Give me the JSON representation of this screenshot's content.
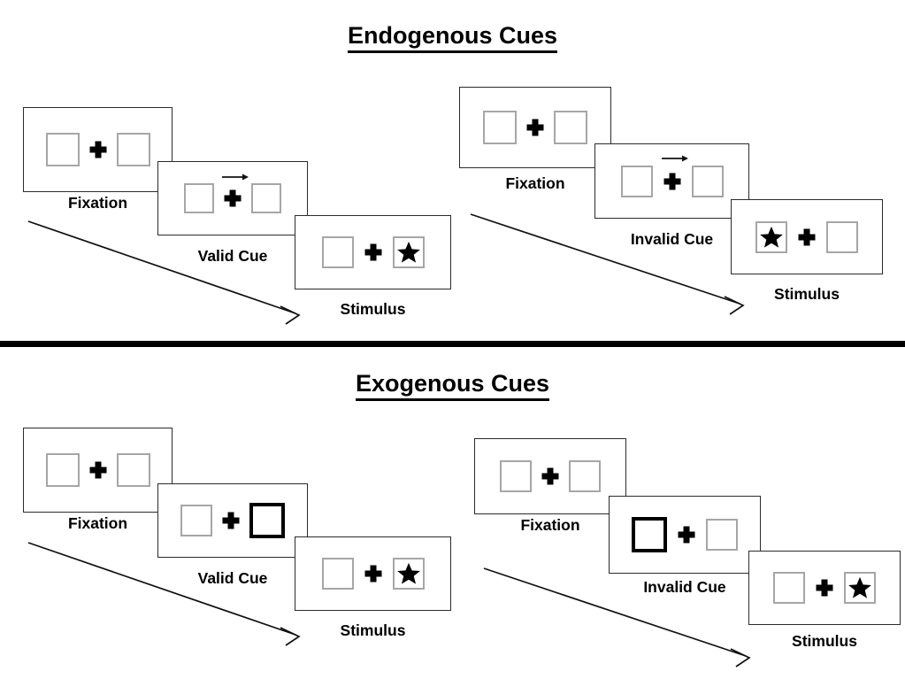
{
  "figure": {
    "sections": [
      {
        "id": "endogenous",
        "title": "Endogenous Cues",
        "groups": [
          {
            "id": "endogenous-valid",
            "condition": "valid",
            "cue_type": "arrow",
            "frames": [
              {
                "caption": "Fixation",
                "left_box": "empty",
                "right_box": "empty",
                "cue": "none",
                "target": "none"
              },
              {
                "caption": "Valid Cue",
                "left_box": "empty",
                "right_box": "empty",
                "cue": "arrow-right",
                "target": "none"
              },
              {
                "caption": "Stimulus",
                "left_box": "empty",
                "right_box": "star",
                "cue": "none",
                "target": "right"
              }
            ],
            "time_arrow": "diagonal-down-right"
          },
          {
            "id": "endogenous-invalid",
            "condition": "invalid",
            "cue_type": "arrow",
            "frames": [
              {
                "caption": "Fixation",
                "left_box": "empty",
                "right_box": "empty",
                "cue": "none",
                "target": "none"
              },
              {
                "caption": "Invalid Cue",
                "left_box": "empty",
                "right_box": "empty",
                "cue": "arrow-right",
                "target": "none"
              },
              {
                "caption": "Stimulus",
                "left_box": "star",
                "right_box": "empty",
                "cue": "none",
                "target": "left"
              }
            ],
            "time_arrow": "diagonal-down-right"
          }
        ]
      },
      {
        "id": "exogenous",
        "title": "Exogenous Cues",
        "groups": [
          {
            "id": "exogenous-valid",
            "condition": "valid",
            "cue_type": "box-flash",
            "frames": [
              {
                "caption": "Fixation",
                "left_box": "empty",
                "right_box": "empty",
                "cue": "none",
                "target": "none"
              },
              {
                "caption": "Valid Cue",
                "left_box": "empty",
                "right_box": "cued",
                "cue": "right-box-highlight",
                "target": "none"
              },
              {
                "caption": "Stimulus",
                "left_box": "empty",
                "right_box": "star",
                "cue": "none",
                "target": "right"
              }
            ],
            "time_arrow": "diagonal-down-right"
          },
          {
            "id": "exogenous-invalid",
            "condition": "invalid",
            "cue_type": "box-flash",
            "frames": [
              {
                "caption": "Fixation",
                "left_box": "empty",
                "right_box": "empty",
                "cue": "none",
                "target": "none"
              },
              {
                "caption": "Invalid Cue",
                "left_box": "cued",
                "right_box": "empty",
                "cue": "left-box-highlight",
                "target": "none"
              },
              {
                "caption": "Stimulus",
                "left_box": "empty",
                "right_box": "star",
                "cue": "none",
                "target": "right"
              }
            ],
            "time_arrow": "diagonal-down-right"
          }
        ]
      }
    ],
    "colors": {
      "background": "#ffffff",
      "panel_border": "#2b2b2b",
      "box_border": "#a6a6a6",
      "cued_box_border": "#000000",
      "ink": "#000000",
      "divider": "#000000"
    },
    "icons": {
      "fixation_cross": "plus-icon",
      "target": "star-icon",
      "cue": "arrow-right-icon",
      "sequence": "time-arrow-icon"
    }
  }
}
